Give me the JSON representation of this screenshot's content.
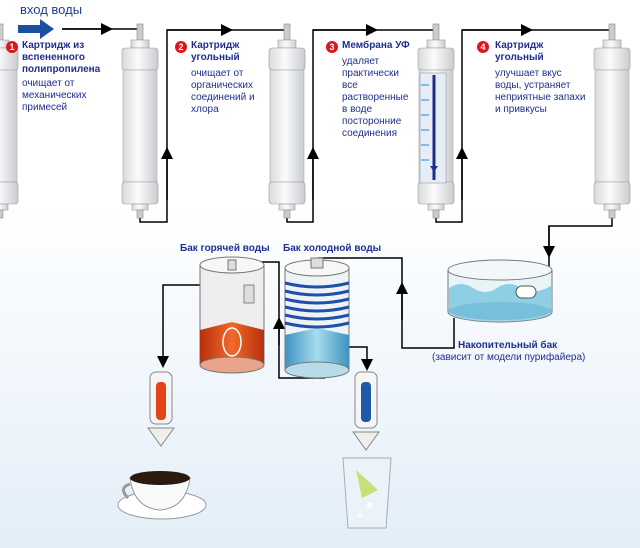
{
  "input_label": "вход воды",
  "steps": [
    {
      "num": "1",
      "title": "Картридж из вспененного полипропилена",
      "desc": "очищает от механических примесей"
    },
    {
      "num": "2",
      "title": "Картридж угольный",
      "desc": "очищает от органических соединений и хлора"
    },
    {
      "num": "3",
      "title": "Мембрана УФ",
      "desc": "удаляет практически все растворенные в воде посторонние соединения"
    },
    {
      "num": "4",
      "title": "Картридж угольный",
      "desc": "улучшает вкус воды, устраняет неприятные запахи и привкусы"
    }
  ],
  "hot_tank": "Бак горячей воды",
  "cold_tank": "Бак холодной воды",
  "storage_tank": {
    "title": "Накопительный бак",
    "note": "(зависит от модели пурифайера)"
  },
  "colors": {
    "text": "#1f2f8f",
    "badge": "#e0141b",
    "hot": "#d9481a",
    "cold": "#5fb2d6",
    "arrow": "#1c4fa0"
  }
}
